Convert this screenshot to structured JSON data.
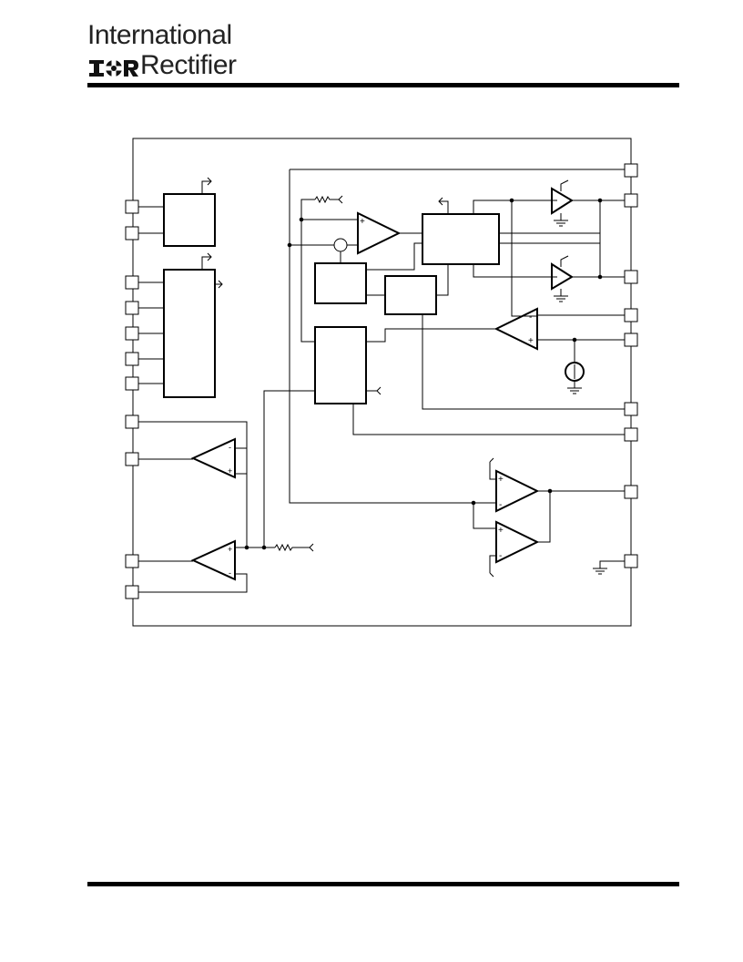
{
  "header": {
    "company_line1": "International",
    "logo_mark": "IOR",
    "company_line2": "Rectifier"
  },
  "diagram": {
    "icons": [
      "ground-icon",
      "current-source-icon",
      "resistor-icon",
      "comparator-icon",
      "buffer-icon"
    ]
  }
}
